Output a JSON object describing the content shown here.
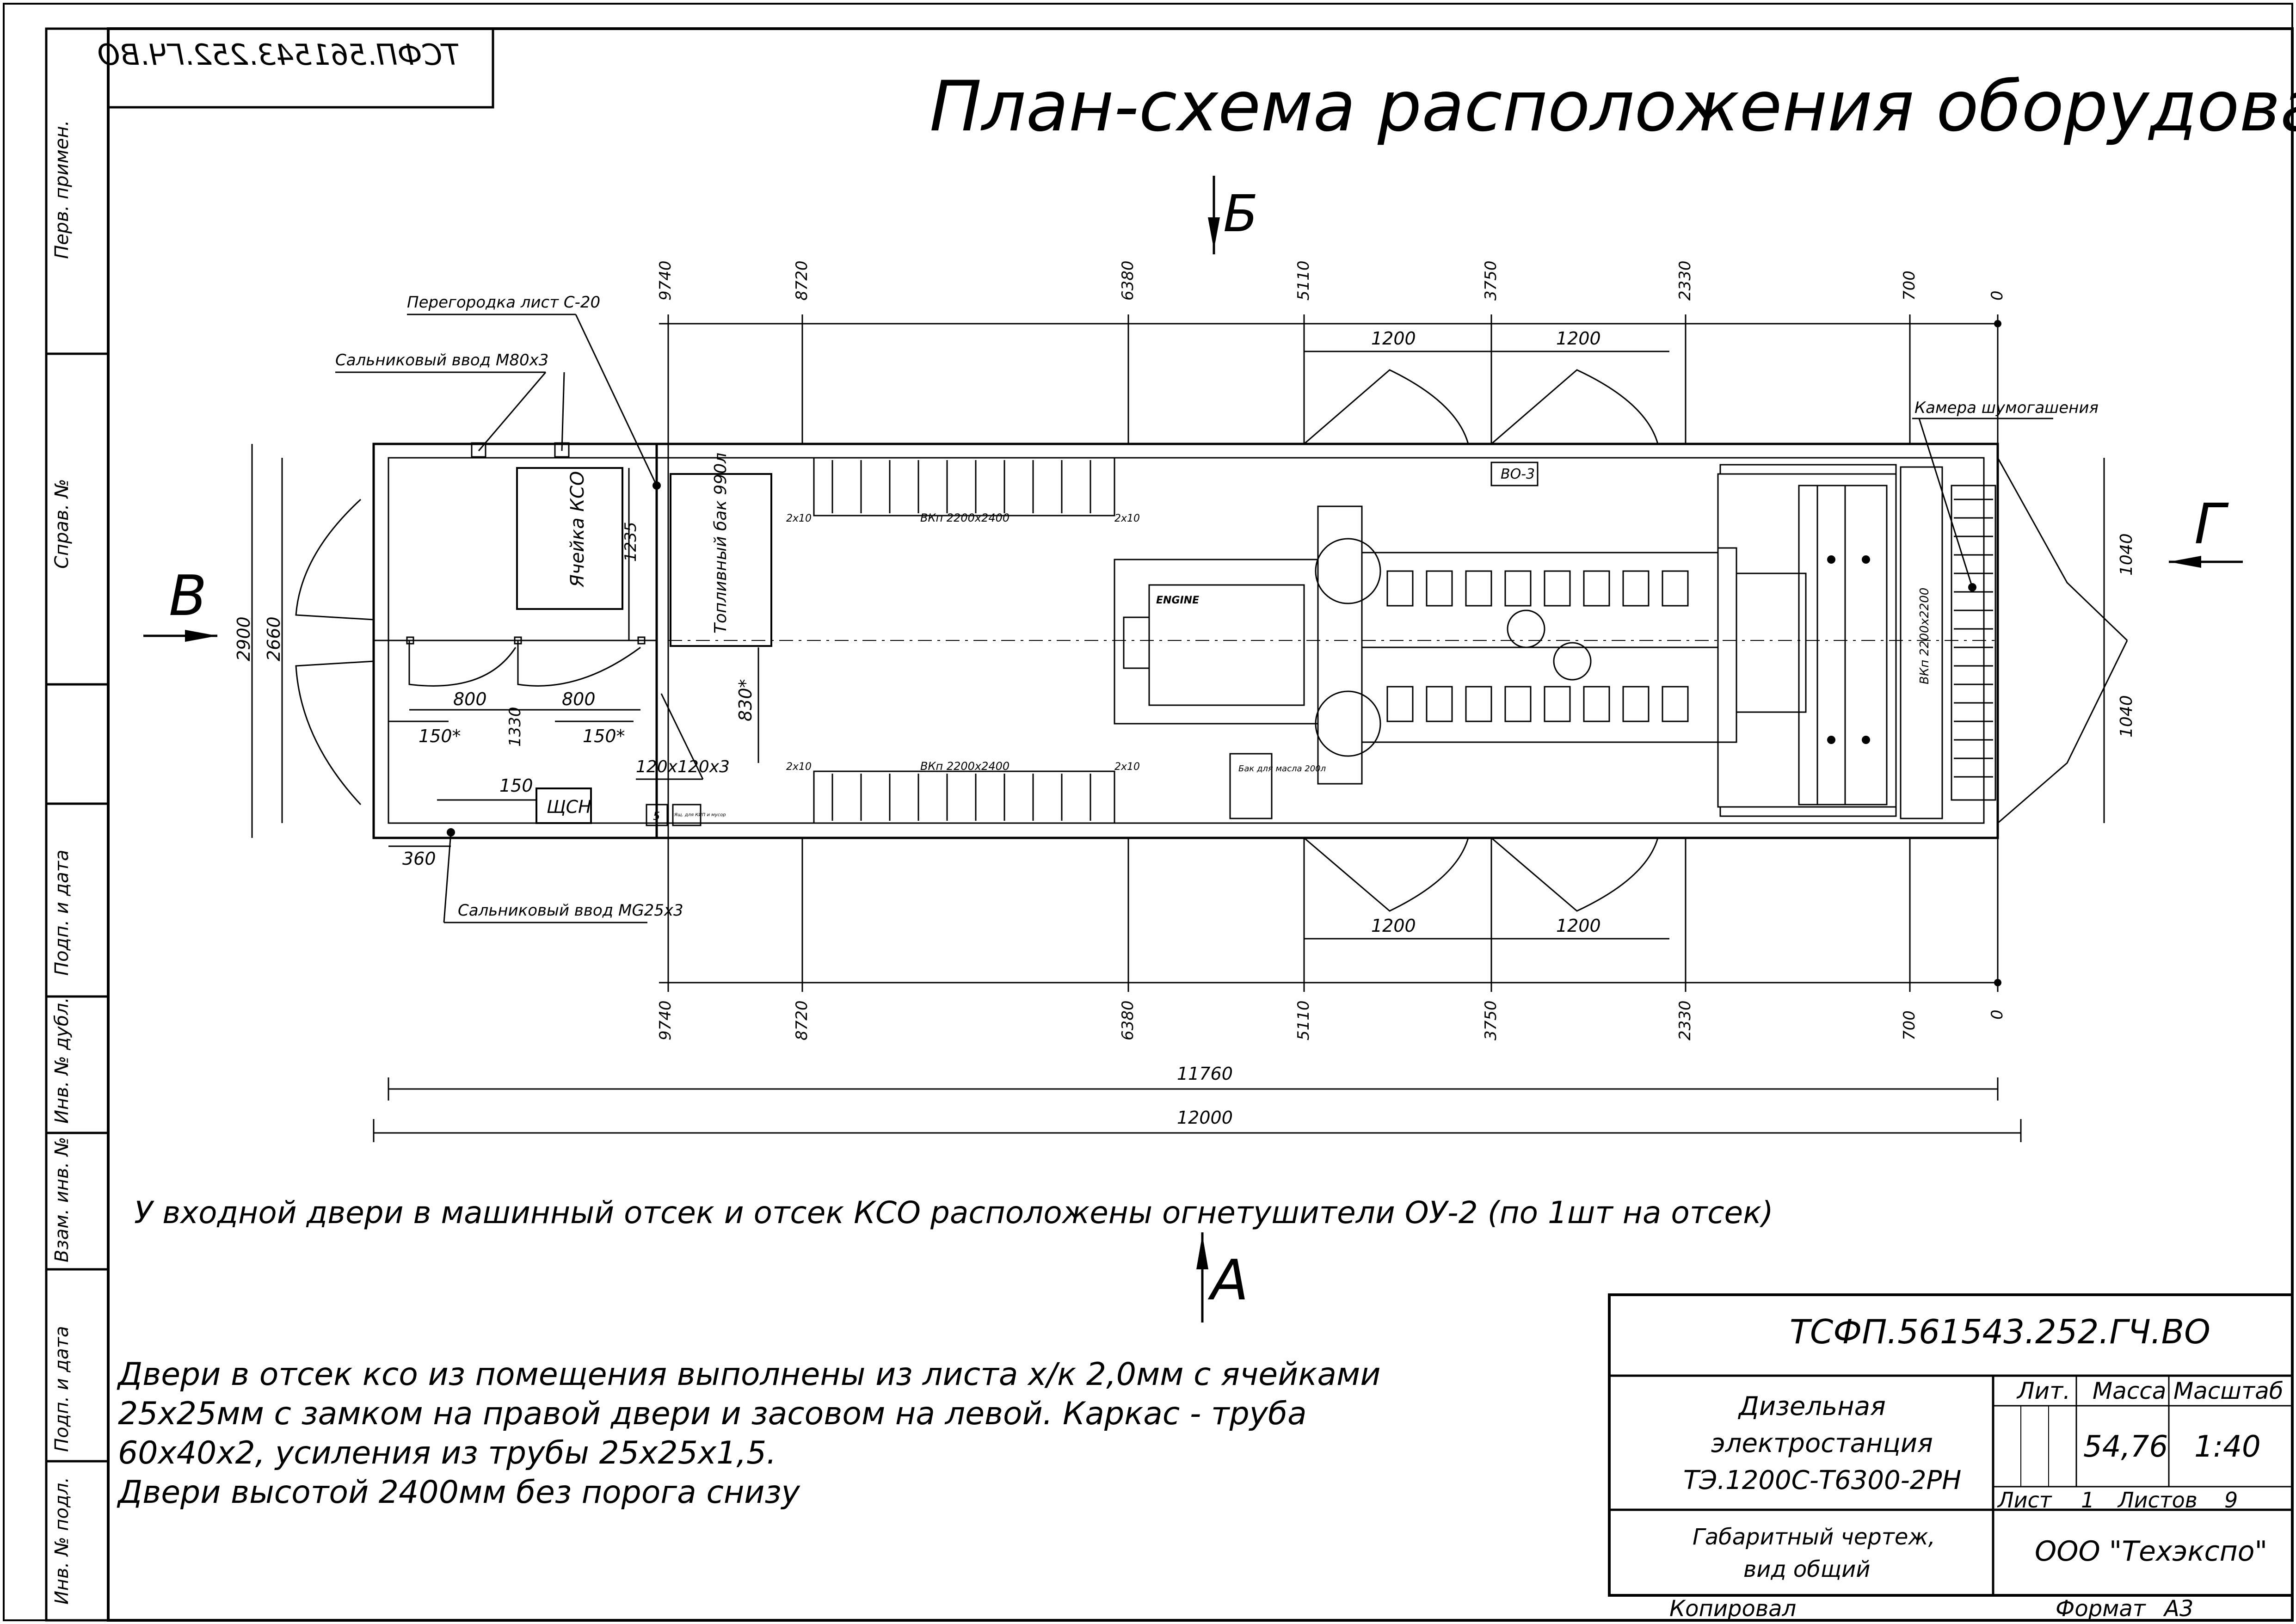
{
  "doc_code": "ТСФП.561543.252.ГЧ.ВО",
  "doc_code_mirrored": "ТСФП.561543.252.ГЧ.ВО",
  "title": "План-схема расположения оборудования",
  "side_stamp": [
    "Перв. примен.",
    "Справ. №",
    "Подп. и дата",
    "Инв. № дубл.",
    "Взам. инв. №",
    "Подп. и дата",
    "Инв. № подл."
  ],
  "views": {
    "b": "Б",
    "a": "А",
    "v": "В",
    "g": "Г"
  },
  "top_ruler": [
    "9740",
    "8720",
    "6380",
    "5110",
    "3750",
    "2330",
    "700",
    "0"
  ],
  "door_widths": [
    "1200",
    "1200"
  ],
  "labels": {
    "partition": "Перегородка лист С-20",
    "gland_top": "Сальниковый ввод М80х3",
    "gland_bottom": "Сальниковый ввод МG25х3",
    "cell_kso": "Ячейка КСО",
    "fuel_tank": "Топливный бак 990л",
    "silencer": "Камера шумогашения",
    "vkp_top": "ВКп 2200х2400",
    "vkp_bottom": "ВКп 2200х2400",
    "vkp_right": "ВКп 2200х2200",
    "vo3": "ВО-3",
    "shchsn": "ЩСН",
    "oil_tank": "Бак для масла 200л",
    "small_box": "Ящ. для КИП и мусор",
    "box_num": "5",
    "grille": "2х10"
  },
  "dims": {
    "d2900": "2900",
    "d2660": "2660",
    "d1235": "1235",
    "d800a": "800",
    "d800b": "800",
    "d150a": "150*",
    "d150b": "150*",
    "d1330": "1330",
    "d150c": "150",
    "d830": "830*",
    "d120": "120х120х3",
    "d360": "360",
    "d1040a": "1040",
    "d1040b": "1040",
    "d11760": "11760",
    "d12000": "12000"
  },
  "note_extinguisher": "У входной двери в машинный отсек и отсек КСО расположены огнетушители ОУ-2 (по 1шт на отсек)",
  "note_doors": [
    "Двери в отсек ксо из помещения выполнены из листа х/к 2,0мм с ячейками",
    "25х25мм с замком на правой двери и засовом на левой. Каркас - труба",
    "60х40х2, усиления из трубы 25х25х1,5.",
    "Двери высотой 2400мм без порога снизу"
  ],
  "title_block": {
    "code": "ТСФП.561543.252.ГЧ.ВО",
    "product": [
      "Дизельная",
      "электростанция",
      "ТЭ.1200С-Т6300-2РН"
    ],
    "lit": "Лит.",
    "mass": "Масса",
    "scale": "Масштаб",
    "mass_value": "54,76",
    "scale_value": "1:40",
    "sheet": "Лист",
    "sheet_no": "1",
    "sheets": "Листов",
    "sheets_no": "9",
    "doc_name": [
      "Габаритный чертеж,",
      "вид общий"
    ],
    "company": "ООО \"Техэкспо\"",
    "copied": "Копировал",
    "format": "Формат",
    "format_value": "А3"
  }
}
